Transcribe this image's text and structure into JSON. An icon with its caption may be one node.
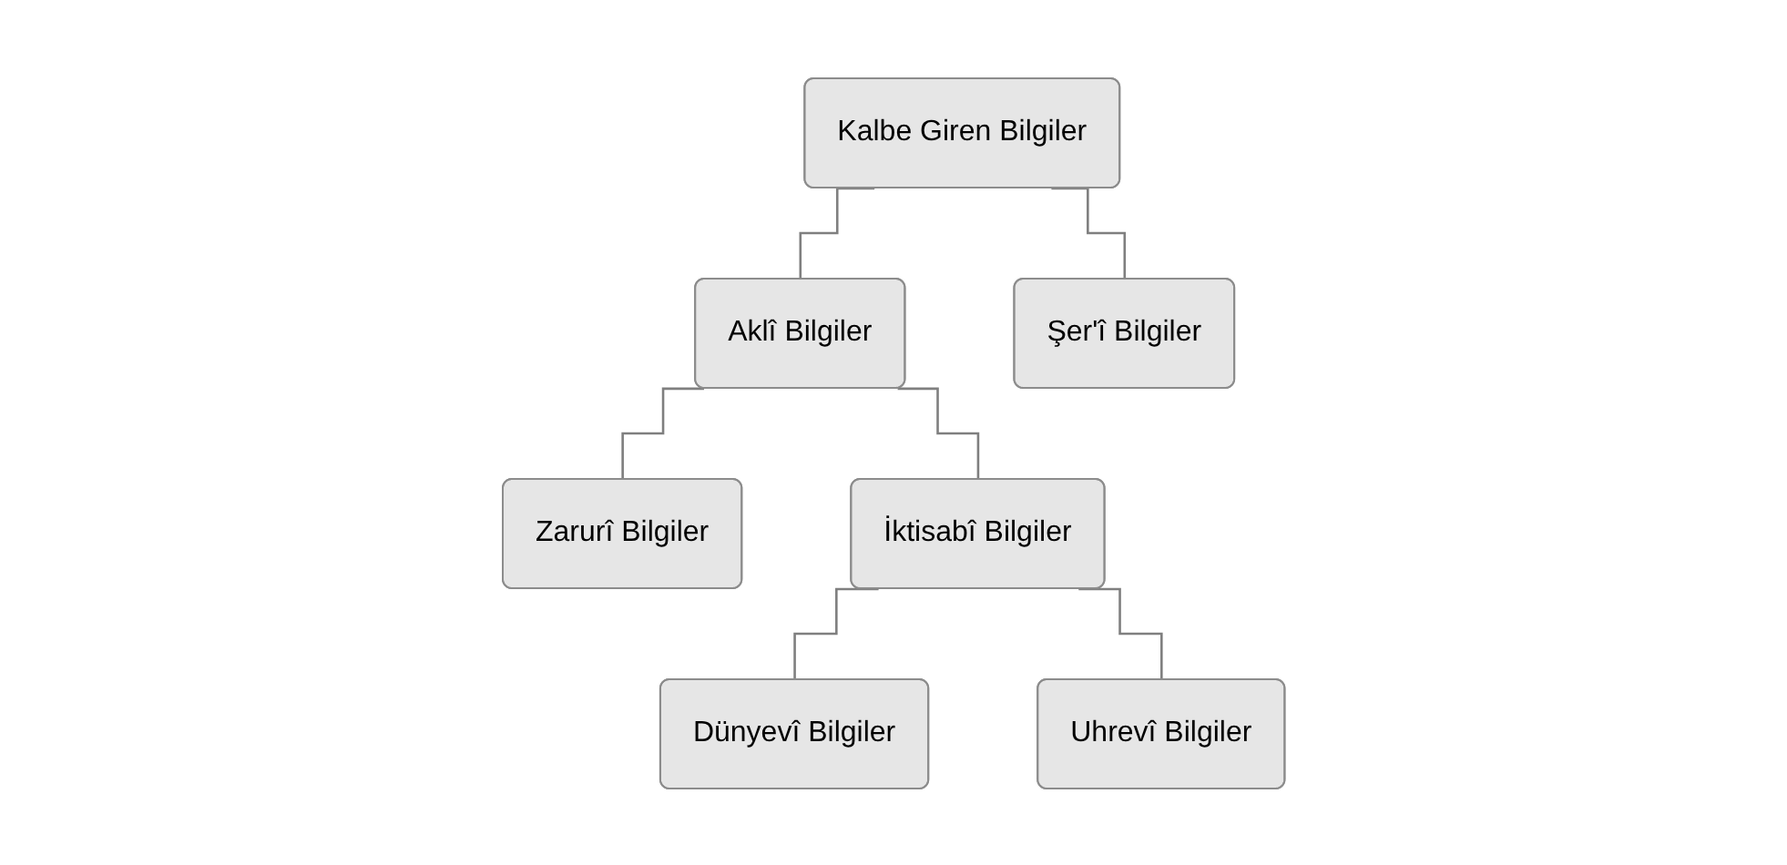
{
  "diagram": {
    "nodes": [
      {
        "text": [
          "Kalbe Giren Bilgiler"
        ]
      },
      {
        "text": [
          "Aklî Bilgiler"
        ]
      },
      {
        "text": [
          "Şer'î Bilgiler"
        ]
      },
      {
        "text": [
          "Zarurî Bilgiler"
        ]
      },
      {
        "text": [
          "İktisabî Bilgiler"
        ]
      },
      {
        "text": [
          "Dünyevî Bilgiler"
        ]
      },
      {
        "text": [
          "Uhrevî Bilgiler"
        ]
      }
    ],
    "edges": [
      {
        "from": 0,
        "to": 1,
        "arrow": "none"
      },
      {
        "from": 0,
        "to": 2,
        "arrow": "none"
      },
      {
        "from": 1,
        "to": 3,
        "arrow": "none"
      },
      {
        "from": 1,
        "to": 4,
        "arrow": "none"
      },
      {
        "from": 4,
        "to": 5,
        "arrow": "none"
      },
      {
        "from": 4,
        "to": 6,
        "arrow": "none"
      }
    ]
  }
}
